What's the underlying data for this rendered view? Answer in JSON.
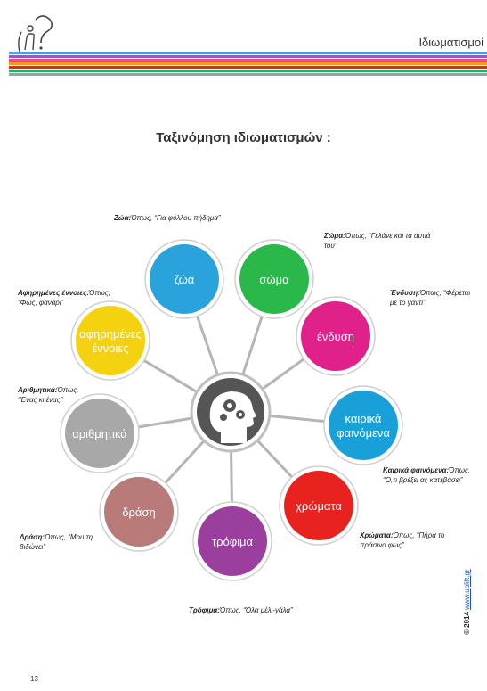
{
  "header": {
    "title": "Ιδιωματισμοί"
  },
  "page_title": "Ταξινόμηση ιδιωματισμών :",
  "colors": {
    "stripes": [
      "#4aa3df",
      "#9b59b6",
      "#e74c8b",
      "#f39c12",
      "#c0392b",
      "#27ae60",
      "#95a5a6"
    ],
    "center": "#5a5a5a"
  },
  "nodes": [
    {
      "label": [
        "ζώα"
      ],
      "color": "#2aa3dc"
    },
    {
      "label": [
        "σώμα"
      ],
      "color": "#2bb84a"
    },
    {
      "label": [
        "ένδυση"
      ],
      "color": "#e0218a"
    },
    {
      "label": [
        "καιρικά",
        "φαινόμενα"
      ],
      "color": "#1aa0d8"
    },
    {
      "label": [
        "χρώματα"
      ],
      "color": "#e8231f"
    },
    {
      "label": [
        "τρόφιμα"
      ],
      "color": "#9a3f9e"
    },
    {
      "label": [
        "δράση"
      ],
      "color": "#b97a7a"
    },
    {
      "label": [
        "αριθμητικά"
      ],
      "color": "#a8a8a8"
    },
    {
      "label": [
        "αφηρημένες",
        "έννοιες"
      ],
      "color": "#f5d20f"
    }
  ],
  "annotations": {
    "zoa": {
      "bold": "Ζώα:",
      "text": "Όπως, “Για φύλλου πήδημα”"
    },
    "soma": {
      "bold": "Σώμα:",
      "text": "Όπως, “Γελάνε και τα αυτιά του”"
    },
    "endysi": {
      "bold": "Ένδυση:",
      "text": "Όπως, “Φέρεται με το γάντι”"
    },
    "kairika": {
      "bold": "Καιρικά φαινόμενα:",
      "text": "Όπως, “Ό,τι βρέξει ας κατεβάσει”"
    },
    "xromata": {
      "bold": "Χρώματα:",
      "text": "Όπως, “Πήρα το πράσινο φως”"
    },
    "trofima": {
      "bold": "Τρόφιμα:",
      "text": "Όπως, “Όλα μέλι-γάλα”"
    },
    "drasi": {
      "bold": "Δράση:",
      "text": "Όπως, “Μου τη βιδώνει”"
    },
    "arithmitika": {
      "bold": "Αριθμητικά:",
      "text": "Όπως, “Ένας κι ένας”"
    },
    "afirimenes": {
      "bold": "Αφηρημένες έννοιες:",
      "text": "Όπως, “Φως, φανάρι”"
    }
  },
  "side": {
    "copyright": "© 2014",
    "url": "www.uplift.gr"
  },
  "page_number": "13"
}
